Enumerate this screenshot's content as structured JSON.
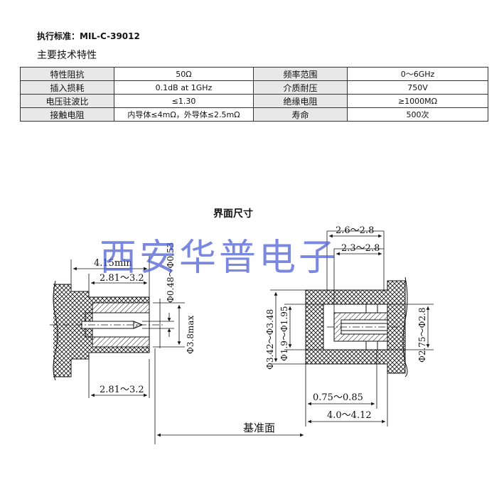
{
  "header": {
    "standard": "执行标准：MIL-C-39012",
    "subtitle": "主要技术特性"
  },
  "specs": {
    "rows": [
      {
        "label1": "特性阻抗",
        "value1": "50Ω",
        "label2": "频率范围",
        "value2": "0～6GHz"
      },
      {
        "label1": "插入损耗",
        "value1": "0.1dB at 1GHz",
        "label2": "介质耐压",
        "value2": "750V"
      },
      {
        "label1": "电压驻波比",
        "value1": "≤1.30",
        "label2": "绝缘电阻",
        "value2": "≥1000MΩ"
      },
      {
        "label1": "接触电阻",
        "value1": "内导体≤4mΩ，外导体≤2.5mΩ",
        "label2": "寿命",
        "value2": "500次"
      }
    ]
  },
  "diagram": {
    "title": "界面尺寸",
    "reference_plane": "基准面",
    "left": {
      "dim_4_15": "4.15min",
      "dim_2_81_top": "2.81～3.2",
      "dim_2_81_bottom": "2.81～3.2",
      "dim_phi_048": "Φ0.48～Φ0.53",
      "dim_phi_38": "Φ3.8max"
    },
    "right": {
      "dim_2_6": "2.6～2.8",
      "dim_2_3": "2.3～2.8",
      "dim_phi_342": "Φ3.42～Φ3.48",
      "dim_phi_19": "Φ1.9～Φ1.95",
      "dim_phi_275": "Φ2.75～Φ2.8",
      "dim_075": "0.75～0.85",
      "dim_40": "4.0～4.12"
    }
  },
  "watermark": "西安华普电子"
}
